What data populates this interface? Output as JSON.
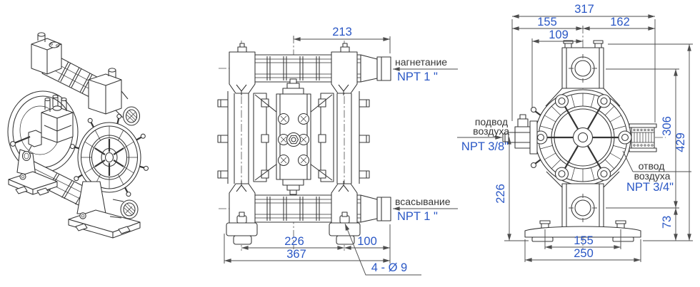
{
  "colors": {
    "background": "#ffffff",
    "drawing_line": "#343434",
    "dimension_line": "#4e4e4e",
    "dimension_text": "#2a57c5",
    "label_text": "#363636"
  },
  "front_view": {
    "dim_center_to_port": "213",
    "dim_feet_spacing": "226",
    "dim_foot_to_port": "100",
    "dim_total_width": "367",
    "mounting_holes_callout": "4 - Ø 9",
    "discharge_label": "нагнетание",
    "discharge_thread": "NPT 1 \"",
    "suction_label": "всасывание",
    "suction_thread": "NPT 1 \""
  },
  "side_view": {
    "dim_total_depth": "317",
    "dim_front_of_center": "155",
    "dim_back_of_center": "162",
    "dim_air_inlet_offset": "109",
    "dim_total_height": "429",
    "dim_port_to_port": "306",
    "dim_center_to_base": "226",
    "dim_port_to_base": "73",
    "dim_base_bolt_spacing": "155",
    "dim_base_width": "250",
    "air_inlet_label_line1": "подвод",
    "air_inlet_label_line2": "воздуха",
    "air_inlet_thread": "NPT 3/8\"",
    "air_outlet_label_line1": "отвод",
    "air_outlet_label_line2": "воздуха",
    "air_outlet_thread": "NPT 3/4\""
  }
}
